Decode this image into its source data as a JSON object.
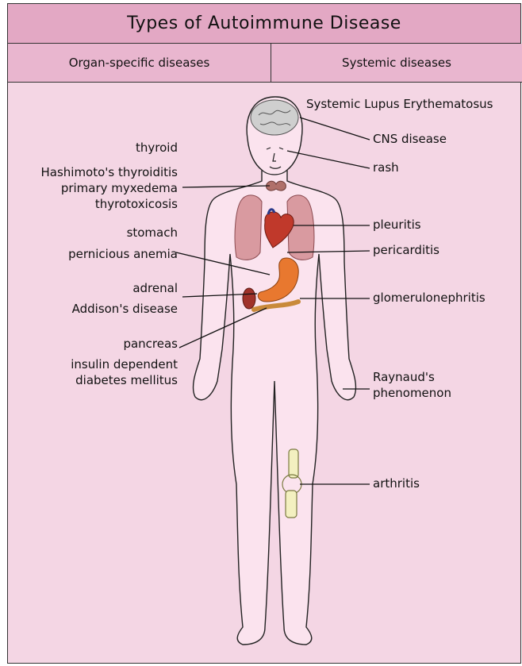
{
  "title": "Types of Autoimmune Disease",
  "columns": {
    "organ_specific": "Organ-specific diseases",
    "systemic": "Systemic diseases"
  },
  "organ_specific_labels": {
    "thyroid": "thyroid",
    "hashimoto": "Hashimoto's thyroiditis",
    "myxedema": "primary myxedema",
    "thyrotoxicosis": "thyrotoxicosis",
    "stomach": "stomach",
    "pernicious_anemia": "pernicious anemia",
    "adrenal": "adrenal",
    "addisons": "Addison's disease",
    "pancreas": "pancreas",
    "insulin_dependent": "insulin dependent",
    "diabetes_mellitus": "diabetes mellitus"
  },
  "systemic_labels": {
    "sle": "Systemic Lupus Erythematosus",
    "cns": "CNS disease",
    "rash": "rash",
    "pleuritis": "pleuritis",
    "pericarditis": "pericarditis",
    "glomerulonephritis": "glomerulonephritis",
    "raynauds": "Raynaud's",
    "phenomenon": "phenomenon",
    "arthritis": "arthritis"
  },
  "colors": {
    "background": "#f4d6e4",
    "title_bar": "#e3a8c4",
    "header_bar": "#e9b6cf",
    "body_fill": "#fbe3ee",
    "lungs": "#d99aa0",
    "heart": "#c0392b",
    "stomach": "#e8782f",
    "brain": "#cfcfcf"
  }
}
